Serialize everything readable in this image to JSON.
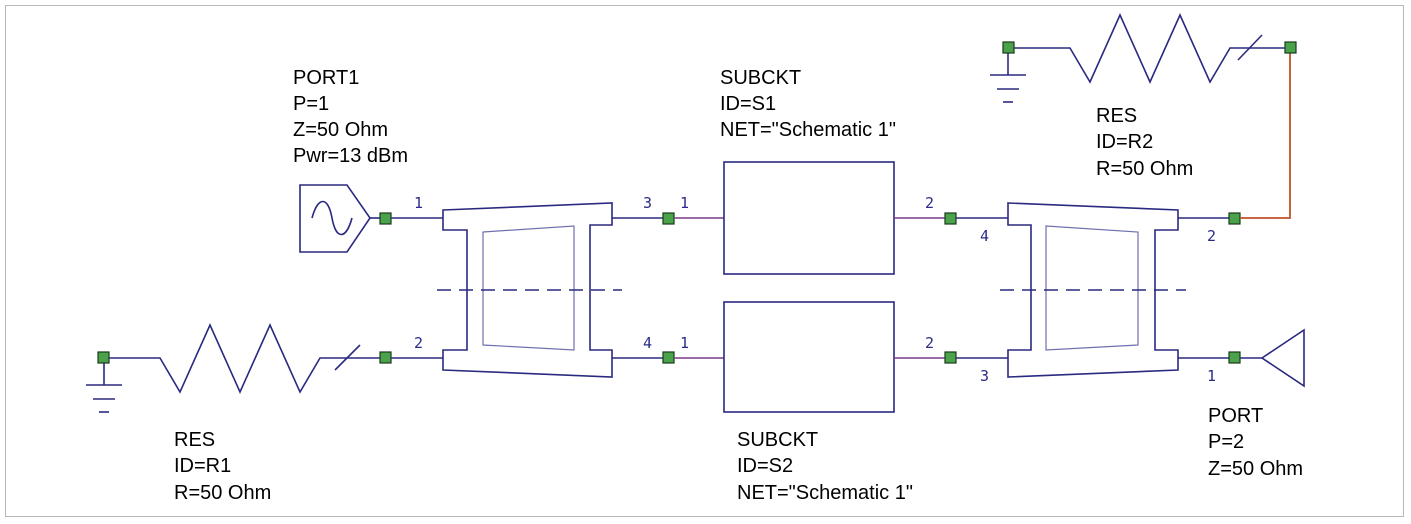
{
  "port1": {
    "lines": [
      "PORT1",
      "P=1",
      "Z=50 Ohm",
      "Pwr=13 dBm"
    ]
  },
  "port2": {
    "lines": [
      "PORT",
      "P=2",
      "Z=50 Ohm"
    ]
  },
  "res1": {
    "lines": [
      "RES",
      "ID=R1",
      "R=50 Ohm"
    ]
  },
  "res2": {
    "lines": [
      "RES",
      "ID=R2",
      "R=50 Ohm"
    ]
  },
  "subckt1": {
    "lines": [
      "SUBCKT",
      "ID=S1",
      "NET=\"Schematic 1\""
    ]
  },
  "subckt2": {
    "lines": [
      "SUBCKT",
      "ID=S2",
      "NET=\"Schematic 1\""
    ]
  },
  "pins": {
    "c1_p1": "1",
    "c1_p2": "2",
    "c1_p3": "3",
    "c1_p4": "4",
    "s1_in": "1",
    "s1_out": "2",
    "s2_in": "1",
    "s2_out": "2",
    "c2_p4": "4",
    "c2_p3": "3",
    "c2_p2": "2",
    "c2_p1": "1"
  },
  "colors": {
    "wire": "#2a2a80",
    "node": "#4aa24a",
    "r2_wire": "#c0502a",
    "subckt_wire": "#7a3a8a"
  },
  "icons": [
    "sine-source-icon",
    "ground-icon",
    "resistor-icon",
    "port-terminal-icon"
  ]
}
